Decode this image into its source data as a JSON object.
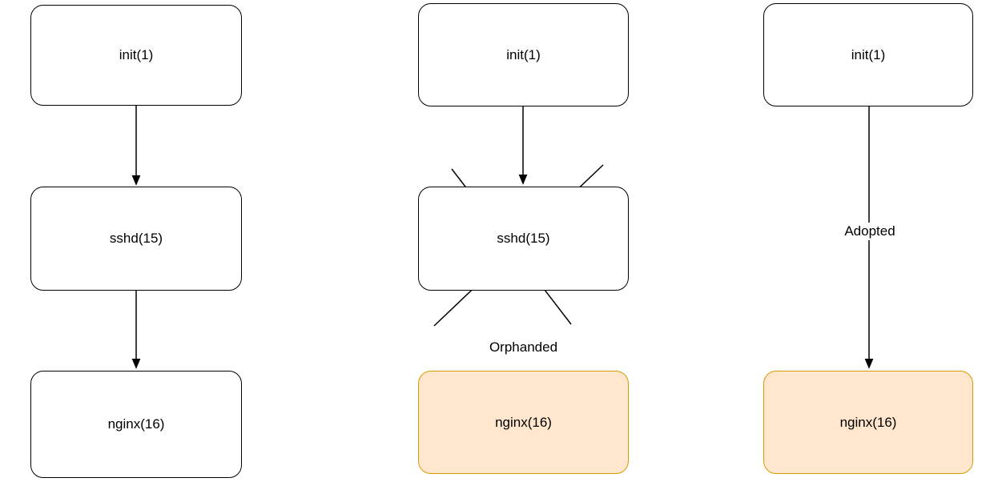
{
  "colors": {
    "background": "#ffffff",
    "node_fill": "#ffffff",
    "node_stroke": "#000000",
    "text": "#000000",
    "edge": "#000000",
    "highlight_fill": "#ffe6cc",
    "highlight_stroke": "#d79b00"
  },
  "columns": [
    {
      "id": "normal-tree",
      "nodes": [
        {
          "label": "init(1)"
        },
        {
          "label": "sshd(15)"
        },
        {
          "label": "nginx(16)"
        }
      ]
    },
    {
      "id": "orphaned-tree",
      "nodes": [
        {
          "label": "init(1)"
        },
        {
          "label": "sshd(15)",
          "crossed_out": true
        },
        {
          "label": "nginx(16)",
          "highlighted": true
        }
      ],
      "caption": "Orphanded"
    },
    {
      "id": "adopted-tree",
      "nodes": [
        {
          "label": "init(1)"
        },
        {
          "label": "nginx(16)",
          "highlighted": true
        }
      ],
      "edge_label": "Adopted"
    }
  ]
}
